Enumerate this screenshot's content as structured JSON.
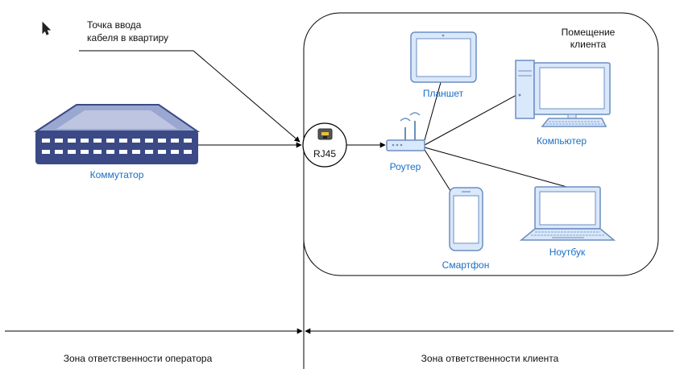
{
  "callout": {
    "line1": "Точка ввода",
    "line2": "кабеля в квартиру"
  },
  "room_label": {
    "line1": "Помещение",
    "line2": "клиента"
  },
  "devices": {
    "switch": "Коммутатор",
    "rj45": "RJ45",
    "router": "Роутер",
    "tablet": "Планшет",
    "computer": "Компьютер",
    "smartphone": "Смартфон",
    "laptop": "Ноутбук"
  },
  "zones": {
    "operator": "Зона ответственности оператора",
    "client": "Зона ответственности клиента"
  },
  "colors": {
    "device_fill": "#dae8fc",
    "device_stroke": "#6c8ebf",
    "switch_dark": "#3b4a86",
    "label_blue": "#1a6fc4",
    "line": "#000000"
  },
  "icons": [
    "cursor-icon",
    "switch-icon",
    "rj45-port-icon",
    "router-icon",
    "tablet-icon",
    "computer-icon",
    "smartphone-icon",
    "laptop-icon"
  ]
}
